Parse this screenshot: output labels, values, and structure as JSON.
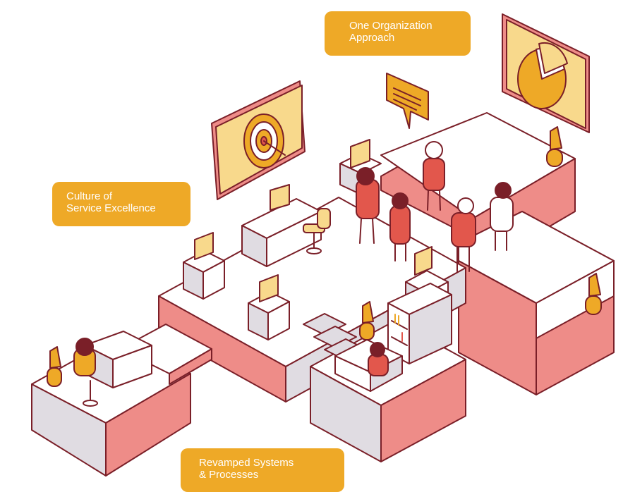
{
  "labels": {
    "one_org": {
      "line1": "One Organization",
      "line2": "Approach"
    },
    "culture": {
      "line1": "Culture of",
      "line2": "Service Excellence"
    },
    "revamped": {
      "line1": "Revamped Systems",
      "line2": "& Processes"
    }
  },
  "icons": [
    "target-icon",
    "pie-chart-icon",
    "speech-bubble-icon",
    "thumbs-up-icon",
    "bookshelf-icon"
  ],
  "colors": {
    "accent": "#EEA927",
    "wall": "#EE8C88",
    "outline": "#7A1F28",
    "screen": "#F8D98C",
    "floor": "#FFFFFF",
    "person": "#E2574C"
  }
}
